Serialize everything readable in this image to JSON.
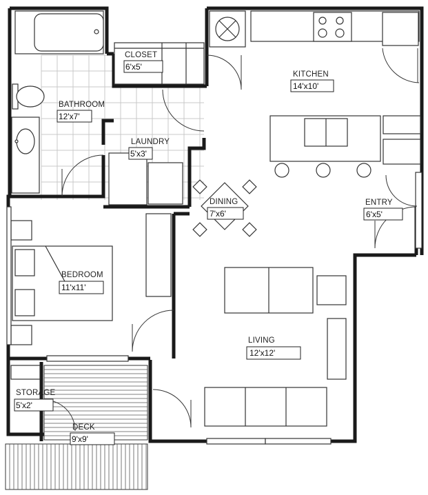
{
  "rooms": {
    "closet": {
      "name": "CLOSET",
      "dims": "6'x5'"
    },
    "kitchen": {
      "name": "KITCHEN",
      "dims": "14'x10'"
    },
    "bathroom": {
      "name": "BATHROOM",
      "dims": "12'x7'"
    },
    "laundry": {
      "name": "LAUNDRY",
      "dims": "5'x3'"
    },
    "dining": {
      "name": "DINING",
      "dims": "7'x6'"
    },
    "entry": {
      "name": "ENTRY",
      "dims": "6'x5'"
    },
    "bedroom": {
      "name": "BEDROOM",
      "dims": "11'x11'"
    },
    "living": {
      "name": "LIVING",
      "dims": "12'x12'"
    },
    "storage": {
      "name": "STORAGE",
      "dims": "5'x2'"
    },
    "deck": {
      "name": "DECK",
      "dims": "9'x9'"
    }
  }
}
